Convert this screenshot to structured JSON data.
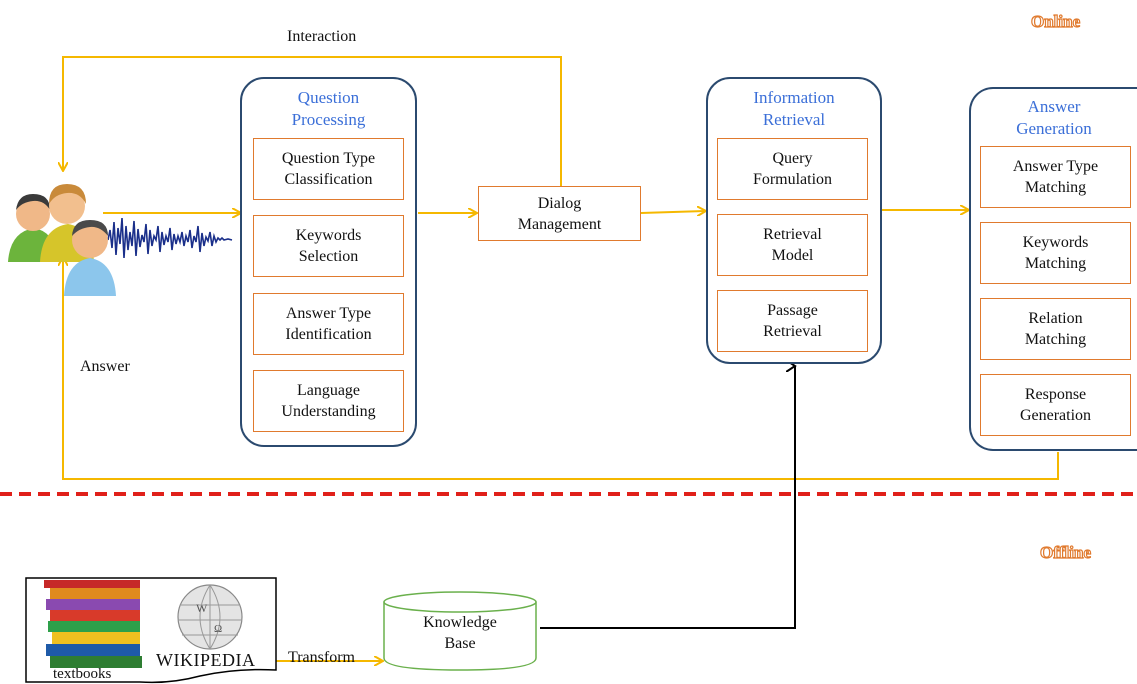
{
  "labels": {
    "interaction": "Interaction",
    "answer": "Answer",
    "transform": "Transform",
    "online": "Online",
    "offline": "Offline"
  },
  "question_processing": {
    "title": "Question\nProcessing",
    "items": [
      "Question Type\nClassification",
      "Keywords\nSelection",
      "Answer Type\nIdentification",
      "Language\nUnderstanding"
    ]
  },
  "dialog_management": "Dialog\nManagement",
  "information_retrieval": {
    "title": "Information\nRetrieval",
    "items": [
      "Query\nFormulation",
      "Retrieval\nModel",
      "Passage\nRetrieval"
    ]
  },
  "answer_generation": {
    "title": "Answer\nGeneration",
    "items": [
      "Answer Type\nMatching",
      "Keywords\nMatching",
      "Relation\nMatching",
      "Response\nGeneration"
    ]
  },
  "knowledge_base": "Knowledge\nBase",
  "sources": {
    "textbooks": "textbooks",
    "wikipedia": "WIKIPEDIA"
  },
  "colors": {
    "arrow": "#f5b800",
    "box_border": "#e07a2e",
    "group_border": "#2b4a6f",
    "title": "#3b6fd8",
    "divider": "#e0201a",
    "kb_border": "#6ab04c"
  }
}
